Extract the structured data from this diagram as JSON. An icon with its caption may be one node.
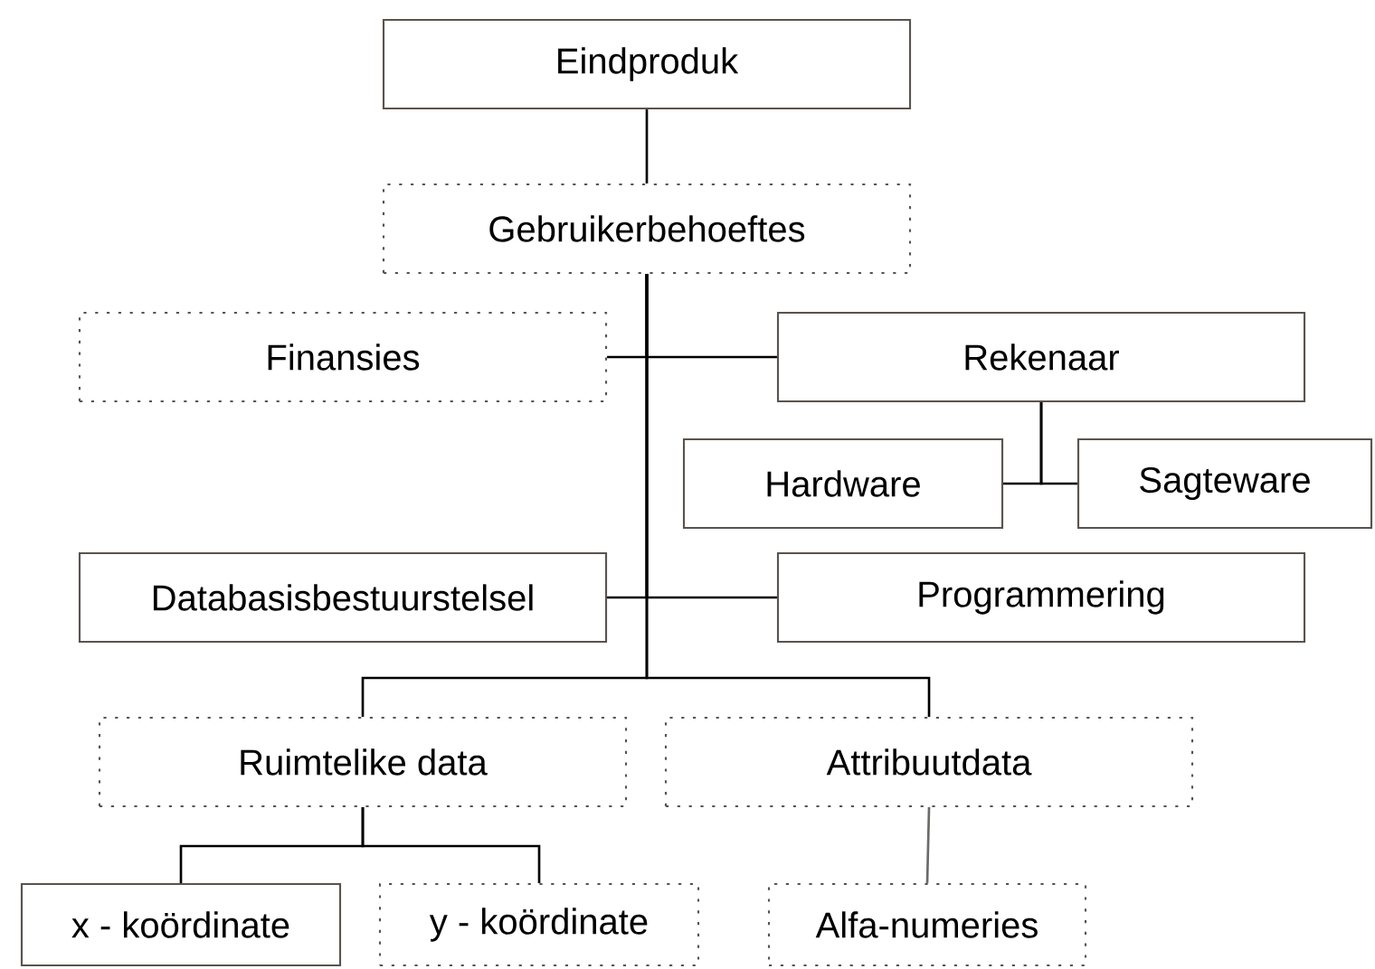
{
  "diagram": {
    "nodes": [
      {
        "text": [
          "Eindproduk"
        ]
      },
      {
        "text": [
          "Gebruikerbehoeftes"
        ]
      },
      {
        "text": [
          "Finansies"
        ]
      },
      {
        "text": [
          "Rekenaar"
        ]
      },
      {
        "text": [
          "Hardware"
        ]
      },
      {
        "text": [
          "Sagteware"
        ]
      },
      {
        "text": [
          "Databasisbestuurstelsel"
        ]
      },
      {
        "text": [
          "Programmering"
        ]
      },
      {
        "text": [
          "Ruimtelike data"
        ]
      },
      {
        "text": [
          "Attribuutdata"
        ]
      },
      {
        "text": [
          "x - koördinate"
        ]
      },
      {
        "text": [
          "y - koördinate"
        ]
      },
      {
        "text": [
          "Alfa-numeries"
        ]
      }
    ],
    "edges": [
      {
        "from": 0,
        "to": 1,
        "arrow": "none"
      },
      {
        "from": 1,
        "to": 2,
        "arrow": "none"
      },
      {
        "from": 1,
        "to": 3,
        "arrow": "none"
      },
      {
        "from": 1,
        "to": 6,
        "arrow": "none"
      },
      {
        "from": 1,
        "to": 7,
        "arrow": "none"
      },
      {
        "from": 1,
        "to": 8,
        "arrow": "none"
      },
      {
        "from": 1,
        "to": 9,
        "arrow": "none"
      },
      {
        "from": 3,
        "to": 4,
        "arrow": "none"
      },
      {
        "from": 3,
        "to": 5,
        "arrow": "none"
      },
      {
        "from": 8,
        "to": 10,
        "arrow": "none"
      },
      {
        "from": 8,
        "to": 11,
        "arrow": "none"
      },
      {
        "from": 9,
        "to": 12,
        "arrow": "none",
        "color": "#6d6a66"
      }
    ]
  }
}
